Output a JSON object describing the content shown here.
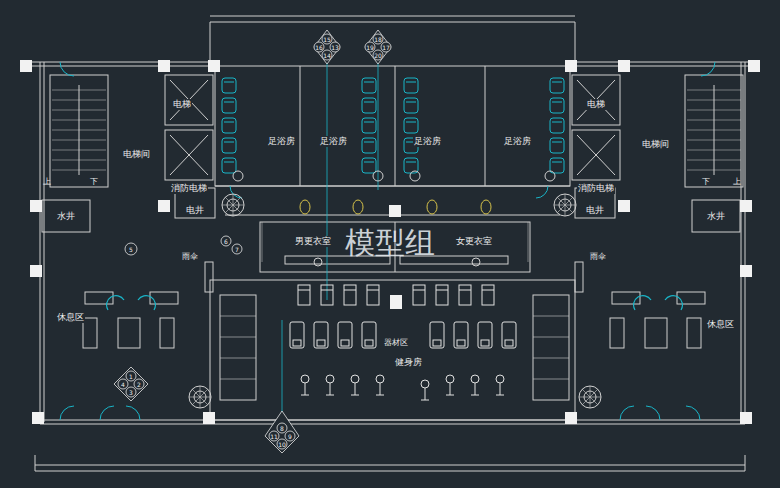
{
  "diagram": {
    "nodes": [
      {
        "text": [
          "电梯"
        ]
      },
      {
        "text": [
          "电梯"
        ]
      },
      {
        "text": [
          "足浴房"
        ]
      },
      {
        "text": [
          "足浴房"
        ]
      },
      {
        "text": [
          "足浴房"
        ]
      },
      {
        "text": [
          "足浴房"
        ]
      },
      {
        "text": [
          "电梯间"
        ]
      },
      {
        "text": [
          "电梯间"
        ]
      },
      {
        "text": [
          "消防电梯"
        ]
      },
      {
        "text": [
          "消防电梯"
        ]
      },
      {
        "text": [
          "电井"
        ]
      },
      {
        "text": [
          "电井"
        ]
      },
      {
        "text": [
          "水井"
        ]
      },
      {
        "text": [
          "水井"
        ]
      },
      {
        "text": [
          "男更衣室"
        ]
      },
      {
        "text": [
          "女更衣室"
        ]
      },
      {
        "text": [
          "休息区"
        ]
      },
      {
        "text": [
          "休息区"
        ]
      },
      {
        "text": [
          "健身房"
        ]
      }
    ],
    "labels": [
      "上",
      "下",
      "下",
      "上",
      "模型组",
      "雨伞",
      "雨伞",
      "器材区",
      "15",
      "16",
      "13",
      "14",
      "18",
      "19",
      "17",
      "20",
      "6",
      "7",
      "5",
      "1",
      "4",
      "2",
      "3",
      "8",
      "11",
      "9",
      "10"
    ]
  }
}
